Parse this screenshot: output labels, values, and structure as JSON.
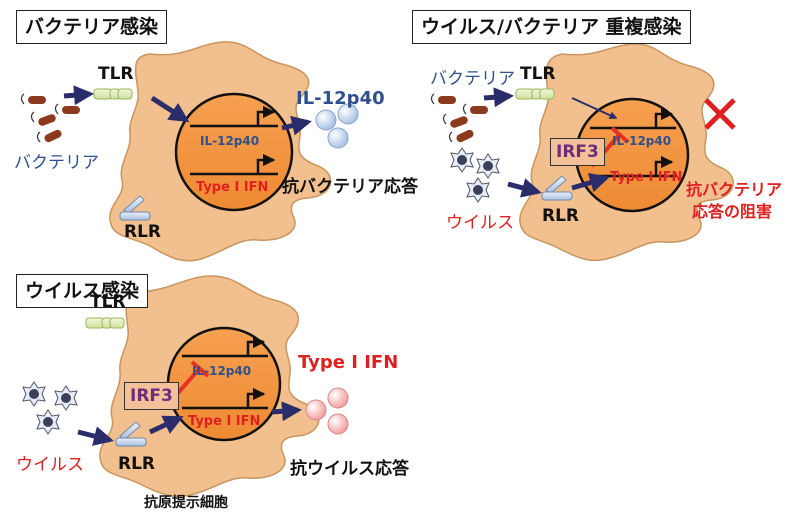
{
  "panels": {
    "bacterial": {
      "title": "バクテリア感染",
      "tlr": "TLR",
      "rlr": "RLR",
      "il12": "IL-12p40",
      "ifn": "Type I IFN",
      "bacteria": "バクテリア",
      "product": "IL-12p40",
      "response": "抗バクテリア応答"
    },
    "coinfection": {
      "title": "ウイルス/バクテリア 重複感染",
      "bacteria": "バクテリア",
      "tlr": "TLR",
      "irf3": "IRF3",
      "il12": "IL-12p40",
      "ifn": "Type I IFN",
      "virus": "ウイルス",
      "rlr": "RLR",
      "inhibition_line1": "抗バクテリア",
      "inhibition_line2": "応答の阻害"
    },
    "viral": {
      "title": "ウイルス感染",
      "tlr": "TLR",
      "irf3": "IRF3",
      "il12": "IL-12p40",
      "ifn": "Type I IFN",
      "virus": "ウイルス",
      "rlr": "RLR",
      "product": "Type I IFN",
      "response": "抗ウイルス応答",
      "cell_label": "抗原提示細胞"
    }
  },
  "colors": {
    "cell_fill": "#f2c08e",
    "cell_stroke": "#c8955f",
    "nucleus_fill": "#f0923f",
    "arrow": "#2b2d6b",
    "inhibit": "#e83020",
    "il12_text": "#2f4f8f",
    "ifn_text": "#e02020",
    "bacteria": "#8b3a1e",
    "il12_sphere": "#bcd0ea",
    "ifn_sphere": "#f4b4b4"
  }
}
